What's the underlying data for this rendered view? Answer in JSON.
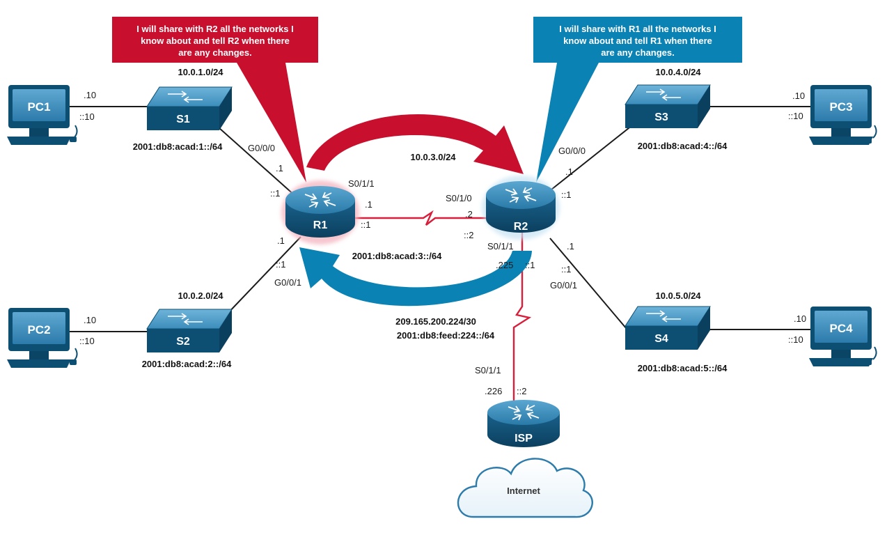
{
  "callouts": {
    "left": {
      "lines": [
        "I will share with R2 all the networks I",
        "know about and tell R2 when there",
        "are any changes."
      ],
      "color": "#c8102e"
    },
    "right": {
      "lines": [
        "I will share with R1 all the networks I",
        "know about and tell R1 when there",
        "are any changes."
      ],
      "color": "#0a82b4"
    }
  },
  "devices": {
    "pc1": "PC1",
    "pc2": "PC2",
    "pc3": "PC3",
    "pc4": "PC4",
    "s1": "S1",
    "s2": "S2",
    "s3": "S3",
    "s4": "S4",
    "r1": "R1",
    "r2": "R2",
    "isp": "ISP",
    "internet": "Internet"
  },
  "networks": {
    "n1_v4": "10.0.1.0/24",
    "n1_v6": "2001:db8:acad:1::/64",
    "n2_v4": "10.0.2.0/24",
    "n2_v6": "2001:db8:acad:2::/64",
    "n3_v4": "10.0.3.0/24",
    "n3_v6": "2001:db8:acad:3::/64",
    "n4_v4": "10.0.4.0/24",
    "n4_v6": "2001:db8:acad:4::/64",
    "n5_v4": "10.0.5.0/24",
    "n5_v6": "2001:db8:acad:5::/64",
    "isp_v4": "209.165.200.224/30",
    "isp_v6": "2001:db8:feed:224::/64"
  },
  "interfaces": {
    "pc1_v4": ".10",
    "pc1_v6": "::10",
    "pc2_v4": ".10",
    "pc2_v6": "::10",
    "pc3_v4": ".10",
    "pc3_v6": "::10",
    "pc4_v4": ".10",
    "pc4_v6": "::10",
    "r1_g000": "G0/0/0",
    "r1_g000_v4": ".1",
    "r1_g000_v6": "::1",
    "r1_g001": "G0/0/1",
    "r1_g001_v4": ".1",
    "r1_g001_v6": "::1",
    "r1_s011": "S0/1/1",
    "r1_s011_v4": ".1",
    "r1_s011_v6": "::1",
    "r2_s010": "S0/1/0",
    "r2_s010_v4": ".2",
    "r2_s010_v6": "::2",
    "r2_s011": "S0/1/1",
    "r2_s011_v4": ".225",
    "r2_s011_v6": "::1",
    "r2_g000": "G0/0/0",
    "r2_g000_v4": ".1",
    "r2_g000_v6": "::1",
    "r2_g001": "G0/0/1",
    "r2_g001_v4": ".1",
    "r2_g001_v6": "::1",
    "isp_s011": "S0/1/1",
    "isp_s011_v4": ".226",
    "isp_s011_v6": "::2"
  },
  "colors": {
    "device_dark": "#0d4f73",
    "device_light": "#3a8fbf",
    "arrow_red": "#c8102e",
    "arrow_blue": "#0a82b4",
    "serial_link": "#d71f3c"
  }
}
